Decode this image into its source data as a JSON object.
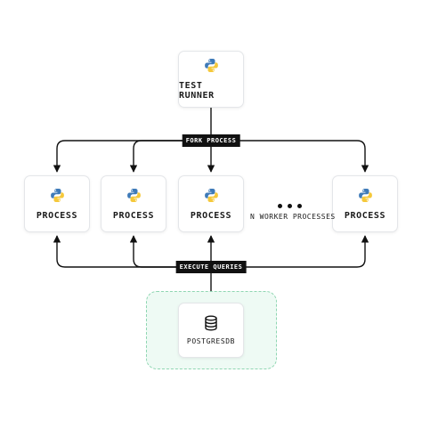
{
  "diagram": {
    "runner": {
      "label": "TEST RUNNER",
      "icon": "python-icon"
    },
    "fork_label": "FORK PROCESS",
    "processes": [
      {
        "label": "PROCESS",
        "icon": "python-icon"
      },
      {
        "label": "PROCESS",
        "icon": "python-icon"
      },
      {
        "label": "PROCESS",
        "icon": "python-icon"
      },
      {
        "label": "PROCESS",
        "icon": "python-icon"
      }
    ],
    "ellipsis_label": "N WORKER PROCESSES",
    "query_label": "EXECUTE QUERIES",
    "database": {
      "label": "POSTGRESDB",
      "icon": "database-icon"
    },
    "colors": {
      "python_blue": "#3e7ab8",
      "python_yellow": "#f5c83a",
      "line": "#111111",
      "db_zone_border": "#8fd6b2",
      "db_zone_fill": "#eefaf4"
    }
  }
}
